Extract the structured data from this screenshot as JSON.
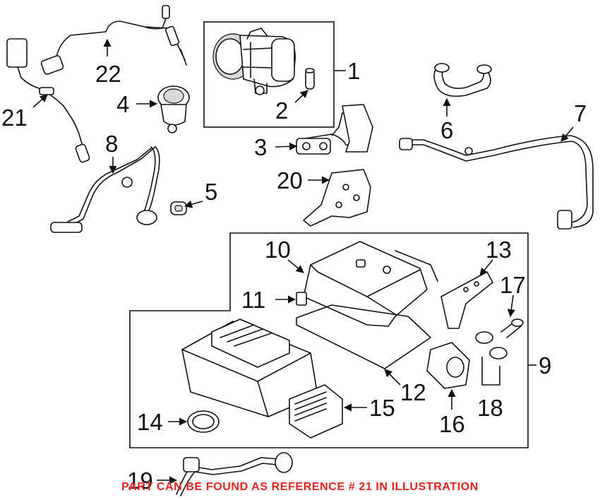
{
  "callouts": [
    "1",
    "2",
    "3",
    "4",
    "5",
    "6",
    "7",
    "8",
    "9",
    "10",
    "11",
    "12",
    "13",
    "14",
    "15",
    "16",
    "17",
    "18",
    "19",
    "20",
    "21",
    "22"
  ],
  "footer": {
    "text": "PART CAN BE FOUND AS REFERENCE # 21 IN ILLUSTRATION",
    "color": "#e8231f"
  }
}
